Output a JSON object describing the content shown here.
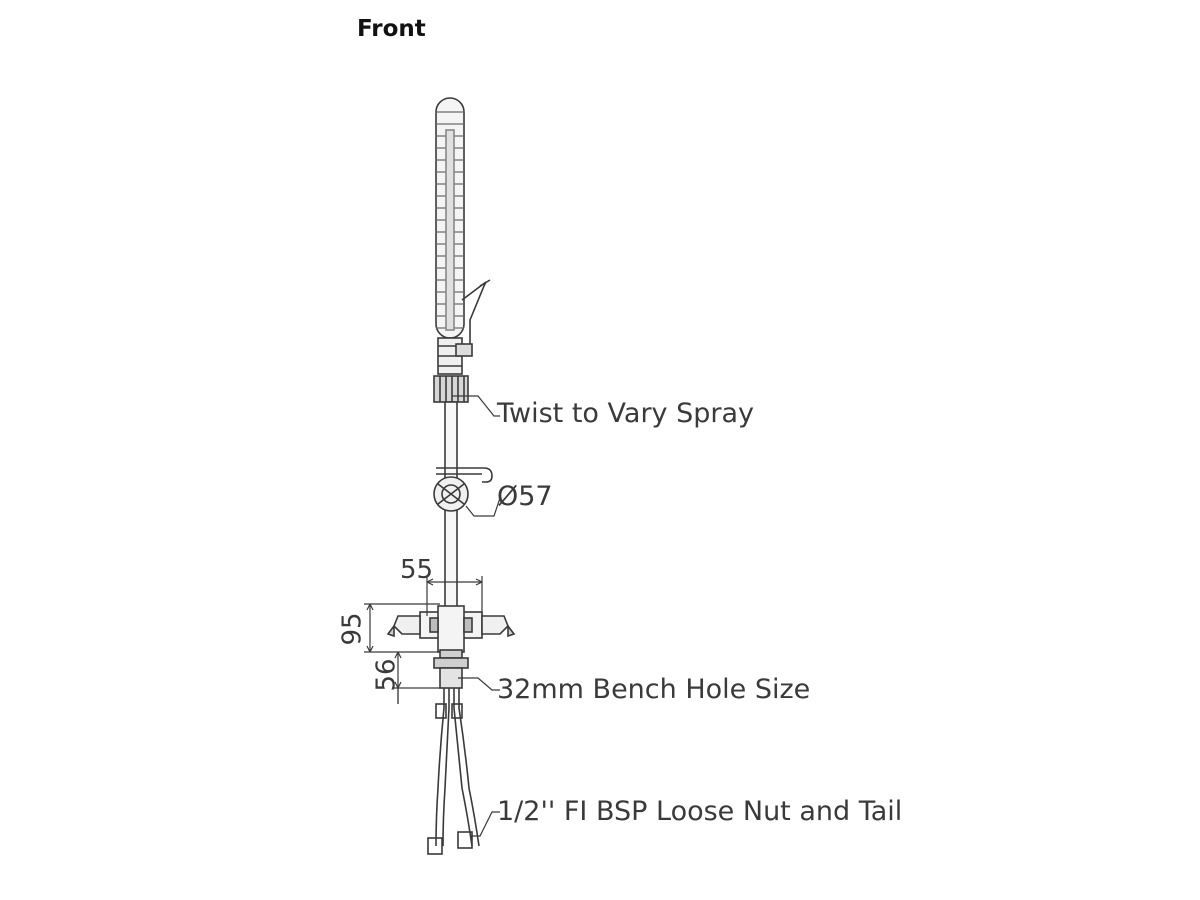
{
  "view": {
    "title": "Front"
  },
  "callouts": {
    "spray": "Twist to Vary Spray",
    "diameter": "Ø57",
    "bench_hole": "32mm Bench Hole Size",
    "tail": "1/2'' FI BSP Loose Nut and Tail"
  },
  "dimensions": {
    "width": "55",
    "height_upper": "95",
    "height_lower": "56"
  },
  "colors": {
    "line": "#3a3a3a",
    "text": "#3a3a3a",
    "fill_grey": "#bdbdbd"
  }
}
